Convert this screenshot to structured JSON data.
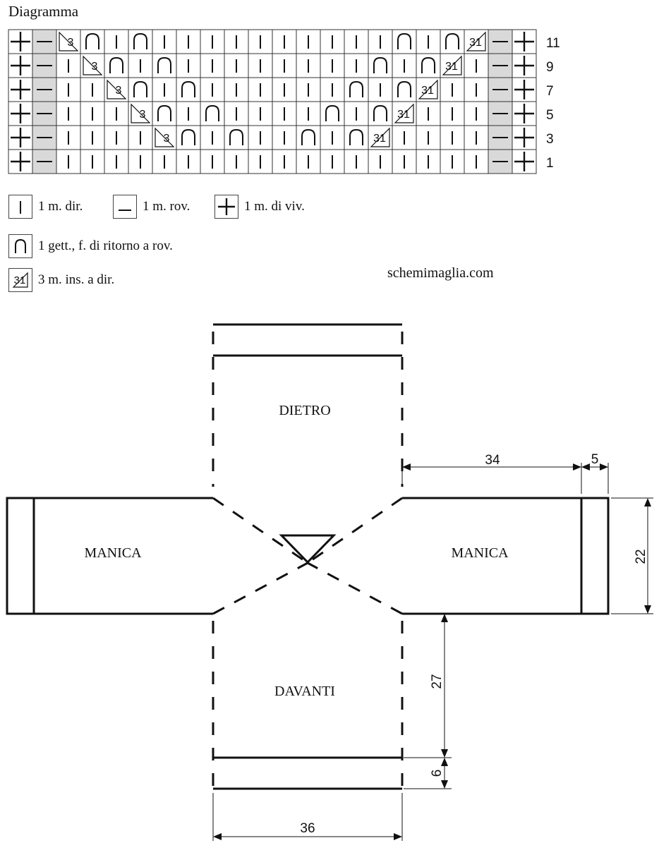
{
  "diagram_title": "Diagramma",
  "chart_rows": [
    {
      "label": "11",
      "cells": [
        "selv",
        "purl",
        "k3tog",
        "yo",
        "knit",
        "yo",
        "knit",
        "knit",
        "knit",
        "knit",
        "knit",
        "knit",
        "knit",
        "knit",
        "knit",
        "knit",
        "yo",
        "knit",
        "yo",
        "sk3",
        "purl",
        "selv"
      ]
    },
    {
      "label": "9",
      "cells": [
        "selv",
        "purl",
        "knit",
        "k3tog",
        "yo",
        "knit",
        "yo",
        "knit",
        "knit",
        "knit",
        "knit",
        "knit",
        "knit",
        "knit",
        "knit",
        "yo",
        "knit",
        "yo",
        "sk3",
        "knit",
        "purl",
        "selv"
      ]
    },
    {
      "label": "7",
      "cells": [
        "selv",
        "purl",
        "knit",
        "knit",
        "k3tog",
        "yo",
        "knit",
        "yo",
        "knit",
        "knit",
        "knit",
        "knit",
        "knit",
        "knit",
        "yo",
        "knit",
        "yo",
        "sk3",
        "knit",
        "knit",
        "purl",
        "selv"
      ]
    },
    {
      "label": "5",
      "cells": [
        "selv",
        "purl",
        "knit",
        "knit",
        "knit",
        "k3tog",
        "yo",
        "knit",
        "yo",
        "knit",
        "knit",
        "knit",
        "knit",
        "yo",
        "knit",
        "yo",
        "sk3",
        "knit",
        "knit",
        "knit",
        "purl",
        "selv"
      ]
    },
    {
      "label": "3",
      "cells": [
        "selv",
        "purl",
        "knit",
        "knit",
        "knit",
        "knit",
        "k3tog",
        "yo",
        "knit",
        "yo",
        "knit",
        "knit",
        "yo",
        "knit",
        "yo",
        "sk3",
        "knit",
        "knit",
        "knit",
        "knit",
        "purl",
        "selv"
      ]
    },
    {
      "label": "1",
      "cells": [
        "selv",
        "purl",
        "knit",
        "knit",
        "knit",
        "knit",
        "knit",
        "knit",
        "knit",
        "knit",
        "knit",
        "knit",
        "knit",
        "knit",
        "knit",
        "knit",
        "knit",
        "knit",
        "knit",
        "knit",
        "purl",
        "selv"
      ]
    }
  ],
  "symbol_text": {
    "k3tog": "3",
    "sk3": "31"
  },
  "legend": [
    {
      "symbol": "knit",
      "text": "1 m. dir."
    },
    {
      "symbol": "purl",
      "text": "1 m. rov."
    },
    {
      "symbol": "selv",
      "text": "1 m. di viv."
    },
    {
      "symbol": "yo",
      "text": "1 gett., f. di ritorno a rov."
    },
    {
      "symbol": "sk3",
      "text": "3 m. ins. a dir."
    }
  ],
  "watermark": "schemimaglia.com",
  "schematic": {
    "back_label": "DIETRO",
    "front_label": "DAVANTI",
    "sleeve_left_label": "MANICA",
    "sleeve_right_label": "MANICA",
    "dimensions": {
      "sleeve_length": "34",
      "cuff": "5",
      "sleeve_width": "22",
      "front_length": "27",
      "rib": "6",
      "width": "36"
    }
  },
  "colors": {
    "line": "#111111",
    "grid_line": "#333333",
    "purl_cell_fill": "#d9d9d9"
  }
}
